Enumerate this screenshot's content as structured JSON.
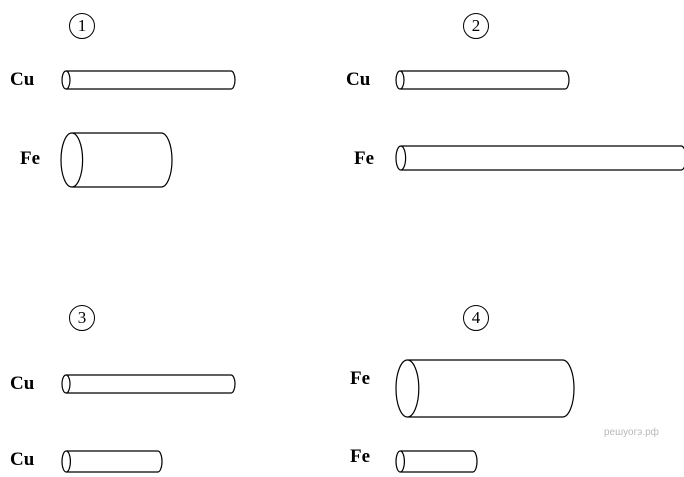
{
  "options": [
    {
      "number": "1",
      "rods": [
        {
          "metal": "Cu"
        },
        {
          "metal": "Fe"
        }
      ]
    },
    {
      "number": "2",
      "rods": [
        {
          "metal": "Cu"
        },
        {
          "metal": "Fe"
        }
      ]
    },
    {
      "number": "3",
      "rods": [
        {
          "metal": "Cu"
        },
        {
          "metal": "Cu"
        }
      ]
    },
    {
      "number": "4",
      "rods": [
        {
          "metal": "Fe"
        },
        {
          "metal": "Fe"
        }
      ]
    }
  ],
  "watermark": "решуогэ.рф"
}
